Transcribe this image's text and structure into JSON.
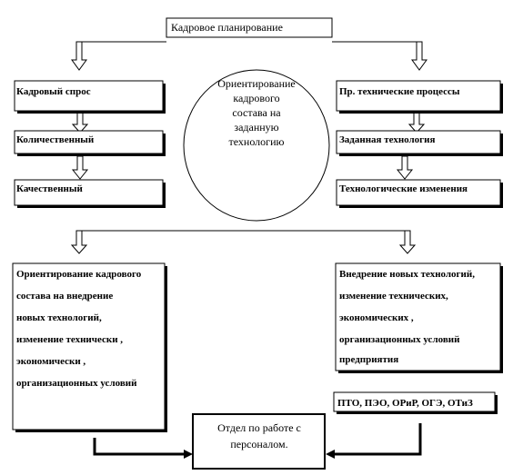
{
  "diagram": {
    "title": "Кадровое планирование",
    "center_lines": [
      "Ориентирование",
      "кадрового",
      "состава на",
      "заданную",
      "технологию"
    ],
    "left_boxes": [
      "Кадровый спрос",
      "Количественный",
      "Качественный"
    ],
    "right_boxes": [
      "Пр. технические процессы",
      "Заданная технология",
      "Технологические изменения"
    ],
    "left_large_lines": [
      "Ориентирование кадрового",
      "состава на внедрение",
      "новых технологий,",
      "изменение технически ,",
      "экономически ,",
      "организационных условий"
    ],
    "right_large_lines": [
      "Внедрение новых технологий,",
      "изменение технических,",
      "экономических ,",
      "организационных условий",
      "предприятия"
    ],
    "departments": "ПТО, ПЭО, ОРиР, ОГЭ, ОТиЗ",
    "hr_lines": [
      "Отдел по работе с",
      "персоналом."
    ]
  }
}
